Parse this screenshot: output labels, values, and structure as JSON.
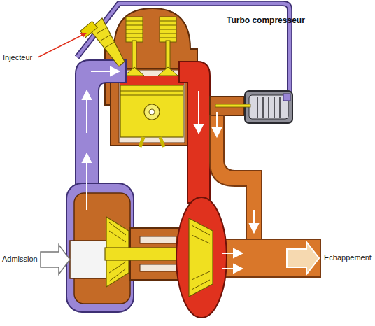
{
  "diagram": {
    "title": "Turbo compresseur",
    "labels": [
      "Injecteur",
      "Admission",
      "Echappement"
    ]
  }
}
